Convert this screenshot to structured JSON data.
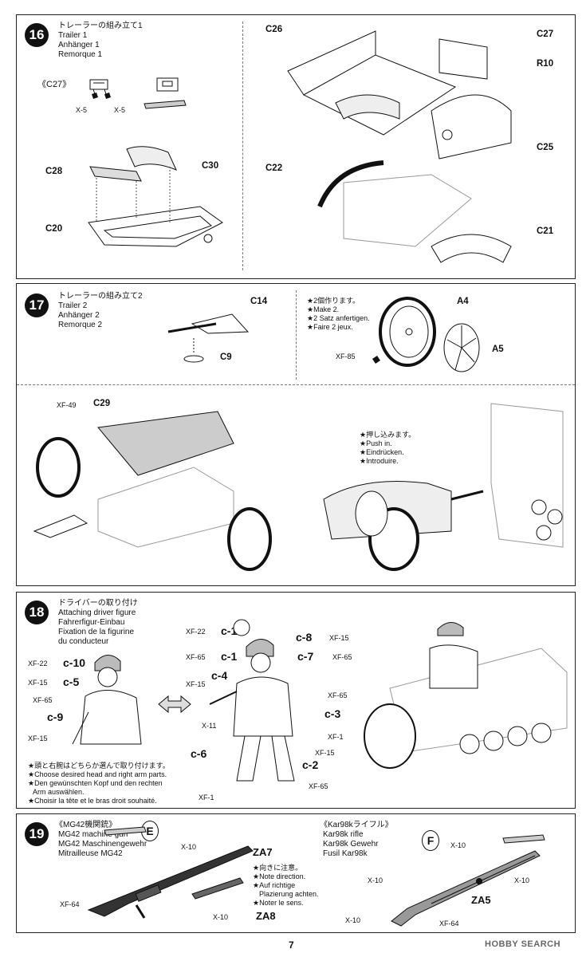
{
  "step16": {
    "num": "16",
    "title_jp": "トレーラーの組み立て1",
    "title_en": "Trailer 1",
    "title_de": "Anhänger 1",
    "title_fr": "Remorque 1",
    "c27_tag": "《C27》",
    "x5a": "X-5",
    "x5b": "X-5",
    "labels": {
      "c26": "C26",
      "c27": "C27",
      "r10": "R10",
      "c25": "C25",
      "c22": "C22",
      "c21": "C21",
      "c28": "C28",
      "c30": "C30",
      "c20": "C20"
    }
  },
  "step17": {
    "num": "17",
    "title_jp": "トレーラーの組み立て2",
    "title_en": "Trailer 2",
    "title_de": "Anhänger 2",
    "title_fr": "Remorque 2",
    "c14": "C14",
    "c9": "C9",
    "make2": [
      "★2個作ります。",
      "★Make 2.",
      "★2 Satz anfertigen.",
      "★Faire 2 jeux."
    ],
    "a4": "A4",
    "a5": "A5",
    "xf85": "XF-85",
    "xf49": "XF-49",
    "c29": "C29",
    "push": [
      "★押し込みます。",
      "★Push in.",
      "★Eindrücken.",
      "★Introduire."
    ]
  },
  "step18": {
    "num": "18",
    "title_jp": "ドライバーの取り付け",
    "title_en": "Attaching driver figure",
    "title_de": "Fahrerfigur-Einbau",
    "title_fr1": "Fixation de la figurine",
    "title_fr2": "du conducteur",
    "left": {
      "xf22": "XF-22",
      "c10": "c-10",
      "xf15": "XF-15",
      "c5": "c-5",
      "xf65": "XF-65",
      "c9": "c-9",
      "xf15b": "XF-15"
    },
    "center": {
      "xf22": "XF-22",
      "c10": "c-10",
      "xf65": "XF-65",
      "c1": "c-1",
      "c4": "c-4",
      "xf15": "XF-15",
      "x11": "X-11",
      "c6": "c-6",
      "xf1": "XF-1",
      "c8": "c-8",
      "xf15b": "XF-15",
      "c7": "c-7",
      "xf65b": "XF-65",
      "xf65c": "XF-65",
      "c3": "c-3",
      "xf1b": "XF-1",
      "xf15c": "XF-15",
      "c2": "c-2",
      "xf65d": "XF-65"
    },
    "notes": [
      "★頭と右腕はどちらか選んで取り付けます。",
      "★Choose desired head and right arm parts.",
      "★Den gewünschten Kopf und den rechten",
      "Arm auswählen.",
      "★Choisir la tête et le bras droit souhaité."
    ]
  },
  "step19": {
    "num": "19",
    "mg_title_jp": "《MG42機関銃》",
    "mg_en": "MG42 machine gun",
    "mg_de": "MG42 Maschinengewehr",
    "mg_fr": "Mitrailleuse MG42",
    "mg_letter": "E",
    "za7": "ZA7",
    "za8": "ZA8",
    "x10a": "X-10",
    "x10b": "X-10",
    "xf64": "XF-64",
    "dir": [
      "★向きに注意。",
      "★Note direction.",
      "★Auf richtige",
      "Plazierung achten.",
      "★Noter le sens."
    ],
    "kar_title_jp": "《Kar98kライフル》",
    "kar_en": "Kar98k rifle",
    "kar_de": "Kar98k Gewehr",
    "kar_fr": "Fusil Kar98k",
    "kar_letter": "F",
    "za5": "ZA5",
    "kx10a": "X-10",
    "kx10b": "X-10",
    "kx10c": "X-10",
    "kx10d": "X-10",
    "kxf64": "XF-64"
  },
  "page": "7",
  "watermark": "HOBBY SEARCH"
}
